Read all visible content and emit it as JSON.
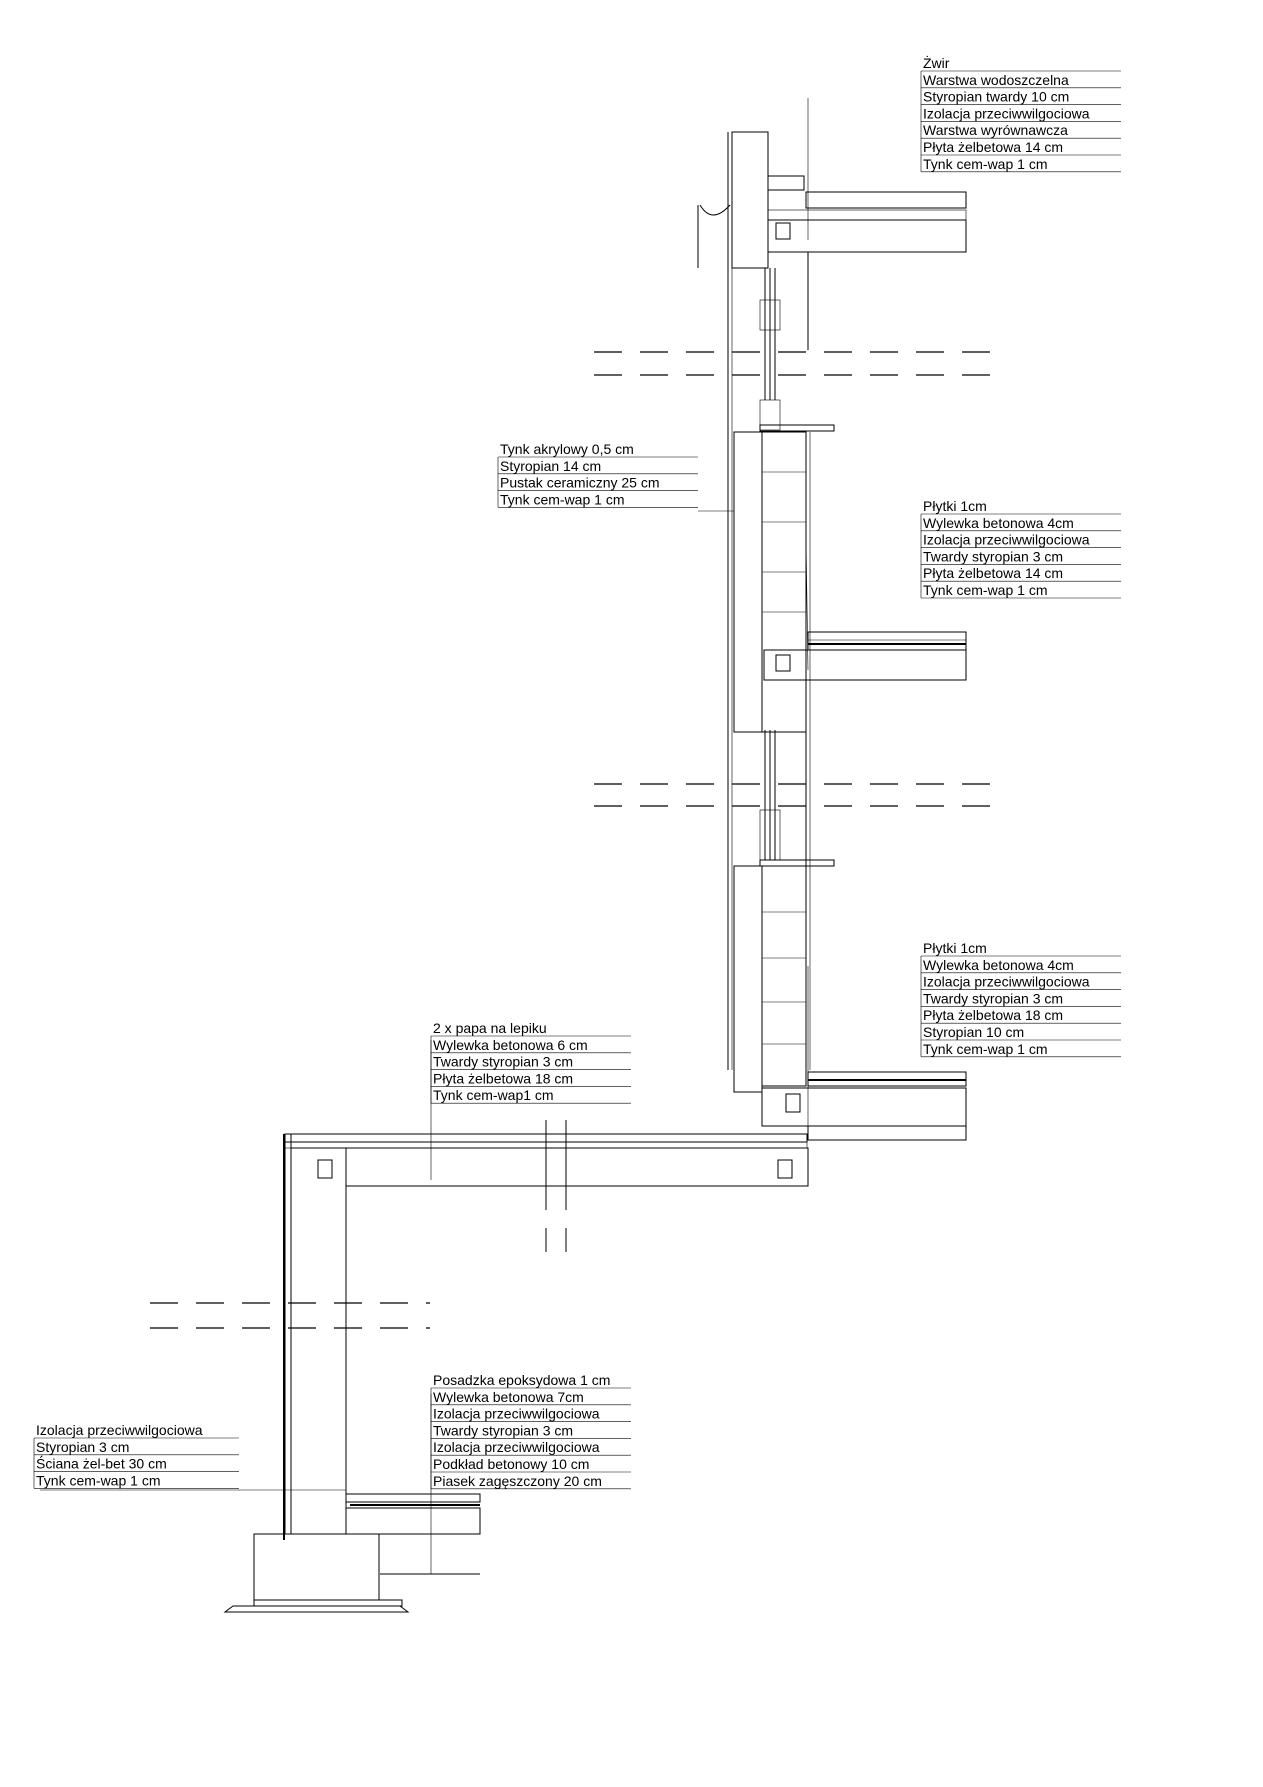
{
  "callouts": [
    {
      "id": "roof",
      "lines": [
        "Żwir",
        "Warstwa wodoszczelna",
        "Styropian twardy 10 cm",
        "Izolacja przeciwwilgociowa",
        "Warstwa wyrównawcza",
        "Płyta żelbetowa 14 cm",
        "Tynk cem-wap 1 cm"
      ]
    },
    {
      "id": "wall",
      "lines": [
        "Tynk akrylowy 0,5 cm",
        "Styropian 14 cm",
        "Pustak ceramiczny 25 cm",
        "Tynk cem-wap 1 cm"
      ]
    },
    {
      "id": "floor-upper",
      "lines": [
        "Płytki 1cm",
        "Wylewka betonowa 4cm",
        "Izolacja przeciwwilgociowa",
        "Twardy styropian 3 cm",
        "Płyta żelbetowa 14 cm",
        "Tynk cem-wap 1 cm"
      ]
    },
    {
      "id": "floor-ground",
      "lines": [
        "Płytki 1cm",
        "Wylewka betonowa 4cm",
        "Izolacja przeciwwilgociowa",
        "Twardy styropian 3 cm",
        "Płyta żelbetowa 18 cm",
        "Styropian 10 cm",
        "Tynk cem-wap 1 cm"
      ]
    },
    {
      "id": "terrace",
      "lines": [
        "2 x papa na lepiku",
        "Wylewka betonowa 6 cm",
        "Twardy styropian 3 cm",
        "Płyta żelbetowa 18 cm",
        "Tynk cem-wap1 cm"
      ]
    },
    {
      "id": "basement-floor",
      "lines": [
        "Posadzka epoksydowa 1 cm",
        "Wylewka betonowa 7cm",
        "Izolacja przeciwwilgociowa",
        "Twardy styropian 3 cm",
        "Izolacja przeciwwilgociowa",
        "Podkład betonowy 10 cm",
        "Piasek zagęszczony 20 cm"
      ]
    },
    {
      "id": "basement-wall",
      "lines": [
        "Izolacja przeciwwilgociowa",
        "Styropian 3 cm",
        "Ściana żel-bet 30 cm",
        "Tynk cem-wap 1 cm"
      ]
    }
  ]
}
